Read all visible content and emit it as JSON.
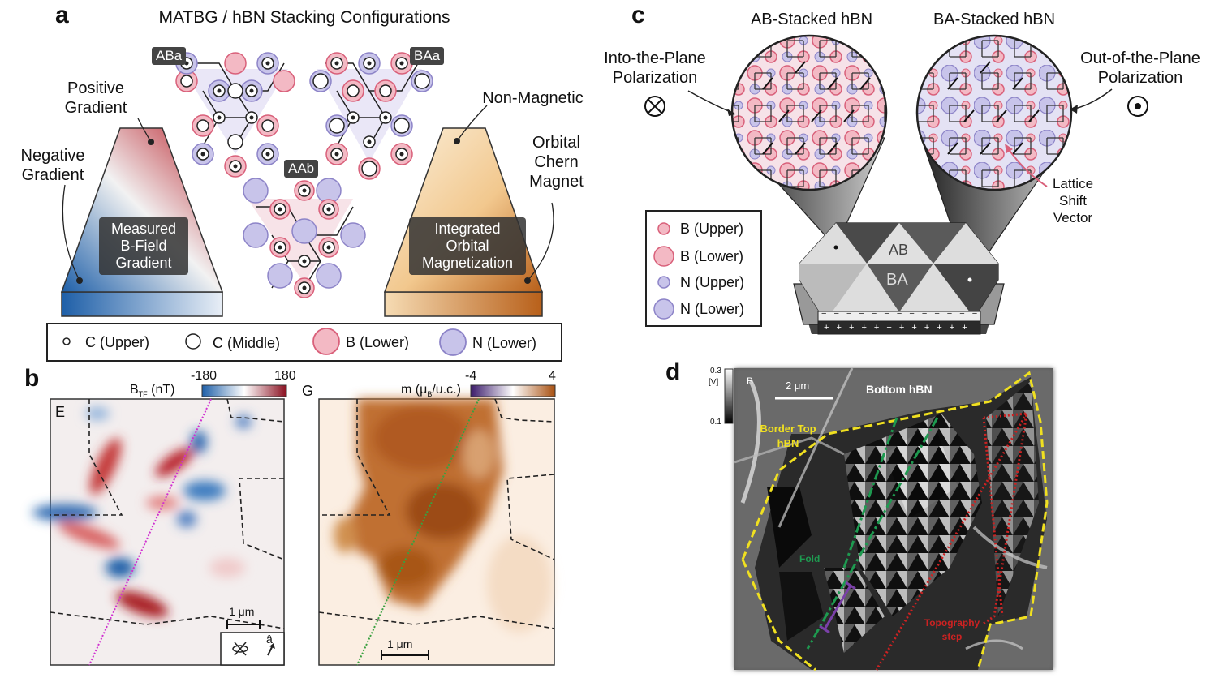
{
  "panel_a": {
    "label": "a",
    "title": "MATBG / hBN Stacking Configurations",
    "tags": {
      "aba": "ABa",
      "baa": "BAa",
      "aab": "AAb"
    },
    "left_pyramid": {
      "positive": "Positive Gradient",
      "negative": "Negative Gradient",
      "box": "Measured B-Field Gradient"
    },
    "right_pyramid": {
      "nonmag": "Non-Magnetic",
      "chern": "Orbital Chern Magnet",
      "box": "Integrated Orbital Magnetization"
    },
    "legend": [
      "C (Upper)",
      "C (Middle)",
      "B (Lower)",
      "N (Lower)"
    ]
  },
  "panel_b": {
    "label": "b",
    "map_left_label": "E",
    "map_right_label": "G",
    "cb_left": {
      "title": "B",
      "sub": "TF",
      "unit": " (nT)",
      "min": "-180",
      "max": "180"
    },
    "cb_right": {
      "title": "m (μ",
      "sub": "B",
      "unit": "/u.c.)",
      "min": "-4",
      "max": "4"
    },
    "scale_left": "1 μm",
    "scale_right": "1 μm",
    "arrow_label": "â"
  },
  "panel_c": {
    "label": "c",
    "ab_title": "AB-Stacked hBN",
    "ba_title": "BA-Stacked hBN",
    "into": "Into-the-Plane Polarization",
    "out": "Out-of-the-Plane Polarization",
    "shift": "Lattice Shift Vector",
    "ab": "AB",
    "ba": "BA",
    "legend": [
      "B (Upper)",
      "B (Lower)",
      "N (Upper)",
      "N (Lower)"
    ],
    "minus": "−",
    "plus": "+"
  },
  "panel_d": {
    "label": "d",
    "cb_max": "0.3",
    "cb_unit": "[V]",
    "cb_min": "0.1",
    "corner": "B",
    "scale": "2 μm",
    "bottom_hbn": "Bottom hBN",
    "border": "Border Top hBN",
    "fold": "Fold",
    "topo": "Topography step"
  },
  "colors": {
    "boron": "#f3b9c4",
    "boron_stroke": "#d9607a",
    "nitrogen": "#c8c4ea",
    "nitrogen_stroke": "#8d84c8",
    "red_field": "#b8202a",
    "blue_field": "#1e5fa8",
    "orange_field": "#b8601a",
    "fold_green": "#1e9a50",
    "topo_red": "#cc2222",
    "border_yellow": "#f0e020"
  }
}
